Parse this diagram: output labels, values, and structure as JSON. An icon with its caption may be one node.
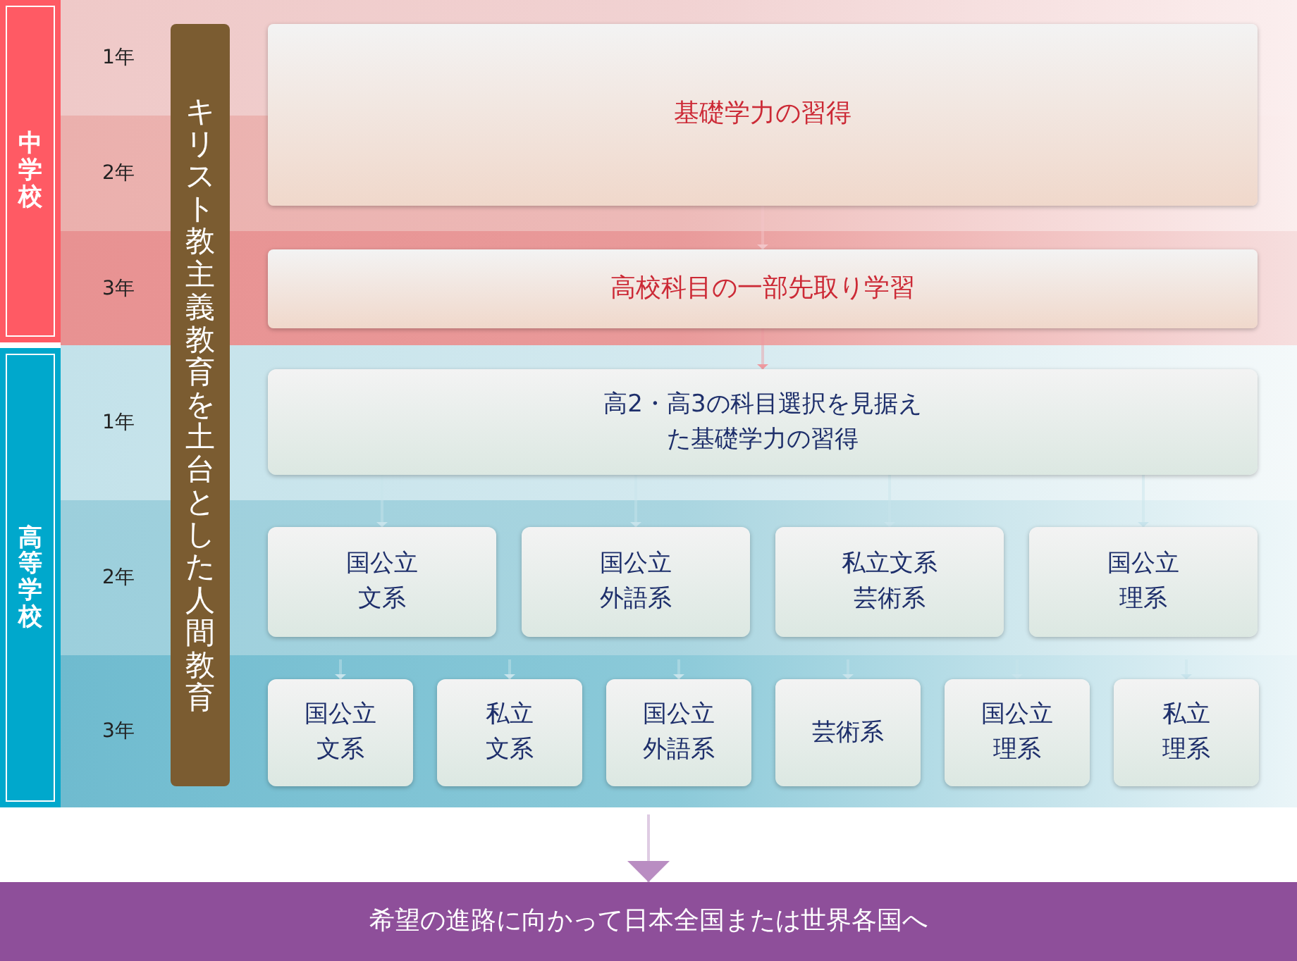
{
  "diagram": {
    "nodes": [
      {
        "text": [
          "中学校"
        ]
      },
      {
        "text": [
          "高等学校"
        ]
      },
      {
        "text": [
          "キリスト教主義教育を土台とした人間教育"
        ]
      },
      {
        "text": [
          "基礎学力の習得"
        ]
      },
      {
        "text": [
          "高校科目の一部先取り学習"
        ]
      },
      {
        "text": [
          "高2・高3の科目選択を見据えた基礎学力の習得"
        ]
      },
      {
        "text": [
          "国公立文系"
        ]
      },
      {
        "text": [
          "国公立外語系"
        ]
      },
      {
        "text": [
          "私立文系芸術系"
        ]
      },
      {
        "text": [
          "国公立理系"
        ]
      },
      {
        "text": [
          "国公立文系"
        ]
      },
      {
        "text": [
          "私立文系"
        ]
      },
      {
        "text": [
          "国公立外語系"
        ]
      },
      {
        "text": [
          "芸術系"
        ]
      },
      {
        "text": [
          "国公立理系"
        ]
      },
      {
        "text": [
          "私立理系"
        ]
      },
      {
        "text": [
          "希望の進路に向かって日本全国または世界各国へ"
        ]
      }
    ],
    "edges": [
      {
        "from": 3,
        "to": 4,
        "arrow": "to",
        "color": "#f3c6c9"
      },
      {
        "from": 4,
        "to": 5,
        "arrow": "to",
        "color": "#ee9aa0"
      },
      {
        "from": 5,
        "to": 6,
        "arrow": "to"
      },
      {
        "from": 5,
        "to": 7,
        "arrow": "to"
      },
      {
        "from": 5,
        "to": 8,
        "arrow": "to"
      },
      {
        "from": 5,
        "to": 9,
        "arrow": "to"
      },
      {
        "from": null,
        "to": 10,
        "arrow": "to"
      },
      {
        "from": null,
        "to": 11,
        "arrow": "to"
      },
      {
        "from": null,
        "to": 12,
        "arrow": "to"
      },
      {
        "from": null,
        "to": 13,
        "arrow": "to"
      },
      {
        "from": null,
        "to": 14,
        "arrow": "to"
      },
      {
        "from": null,
        "to": 15,
        "arrow": "to"
      },
      {
        "from": null,
        "to": 16,
        "arrow": "to",
        "color": "#b98dc2"
      }
    ],
    "labels": [
      "1年",
      "2年",
      "3年",
      "1年",
      "2年",
      "3年"
    ]
  }
}
